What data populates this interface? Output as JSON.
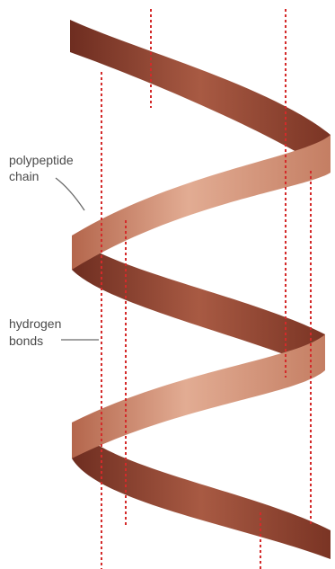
{
  "labels": {
    "chain_line1": "polypeptide",
    "chain_line2": "chain",
    "bonds_line1": "hydrogen",
    "bonds_line2": "bonds"
  },
  "colors": {
    "ribbon_front_light": "#e2ac93",
    "ribbon_front_mid": "#c47e63",
    "ribbon_back_dark": "#7a3424",
    "ribbon_back_mid": "#a85a43",
    "bond_dots": "#d42a2a",
    "label_text": "#4a4a4a"
  }
}
